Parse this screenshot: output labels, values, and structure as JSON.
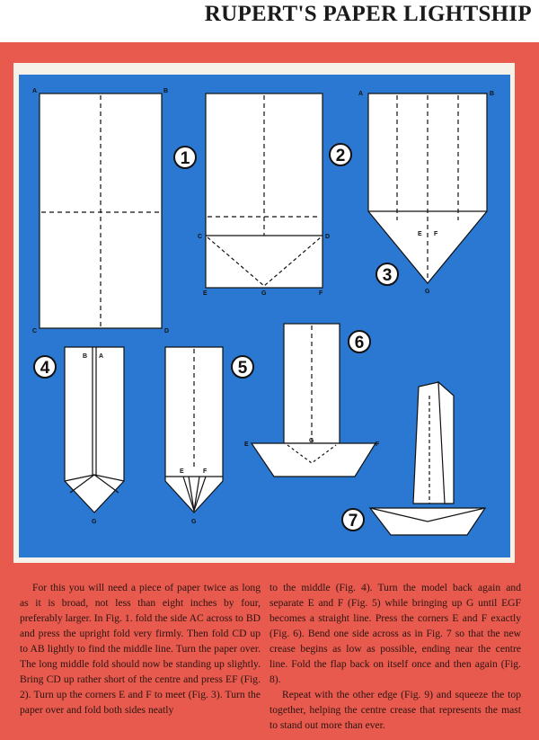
{
  "title": "RUPERT'S PAPER LIGHTSHIP",
  "figures": {
    "fig1": {
      "number": "1",
      "labels": {
        "a": "A",
        "b": "B",
        "c": "C",
        "d": "D"
      }
    },
    "fig2": {
      "number": "2",
      "labels": {
        "c": "C",
        "d": "D",
        "e": "E",
        "g": "G",
        "f": "F"
      }
    },
    "fig3": {
      "number": "3",
      "labels": {
        "a": "A",
        "b": "B",
        "e": "E",
        "f": "F",
        "g": "G"
      }
    },
    "fig4": {
      "number": "4",
      "labels": {
        "b": "B",
        "a": "A",
        "g": "G"
      }
    },
    "fig5": {
      "number": "5",
      "labels": {
        "e": "E",
        "f": "F",
        "g": "G"
      }
    },
    "fig6": {
      "number": "6",
      "labels": {
        "e": "E",
        "g": "G",
        "f": "F"
      }
    },
    "fig7": {
      "number": "7"
    }
  },
  "instructions": {
    "left_column": "For this you will need a piece of paper twice as long as it is broad, not less than eight inches by four, preferably larger. In Fig. 1. fold the side AC across to BD and press the upright fold very firmly. Then fold CD up to AB lightly to find the middle line. Turn the paper over. The long middle fold should now be standing up slightly. Bring CD up rather short of the centre and press EF (Fig. 2). Turn up the corners E and F to meet (Fig. 3). Turn the paper over and fold both sides neatly",
    "right_column_1": "to the middle (Fig. 4). Turn the model back again and separate E and F (Fig. 5) while bringing up G until EGF becomes a straight line. Press the corners E and F exactly (Fig. 6). Bend one side across as in Fig. 7 so that the new crease begins as low as possible, ending near the centre line. Fold the flap back on itself once and then again (Fig. 8).",
    "right_column_2": "Repeat with the other edge (Fig. 9) and squeeze the top together, helping the centre crease that represents the mast to stand out more than ever."
  },
  "colors": {
    "page_red": "#e85a4e",
    "panel_blue": "#2a78d2",
    "paper": "#ffffff"
  }
}
